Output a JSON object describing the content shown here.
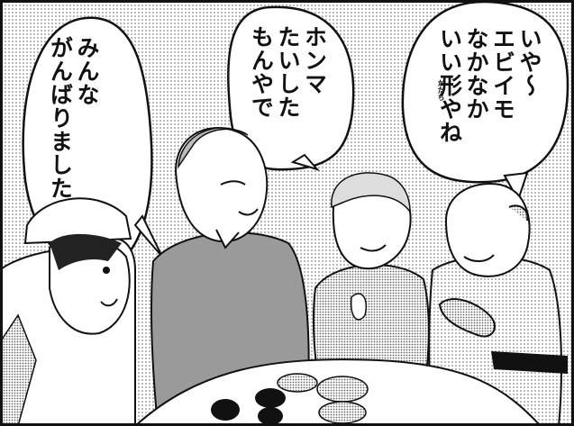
{
  "speech_bubbles": [
    {
      "speaker": "staff-right",
      "lines": [
        "みんな",
        "がんばりました"
      ]
    },
    {
      "speaker": "man-center",
      "lines": [
        "ホンマ",
        "たいした",
        "もんやで"
      ]
    },
    {
      "speaker": "old-man-right",
      "lines": [
        "いや〜",
        "エビイモ",
        "なかなか",
        "いい形やね"
      ],
      "ruby": "かたち"
    }
  ],
  "colors": {
    "ink": "#111111",
    "paper": "#ffffff",
    "screentone": "#cfcfcf"
  }
}
